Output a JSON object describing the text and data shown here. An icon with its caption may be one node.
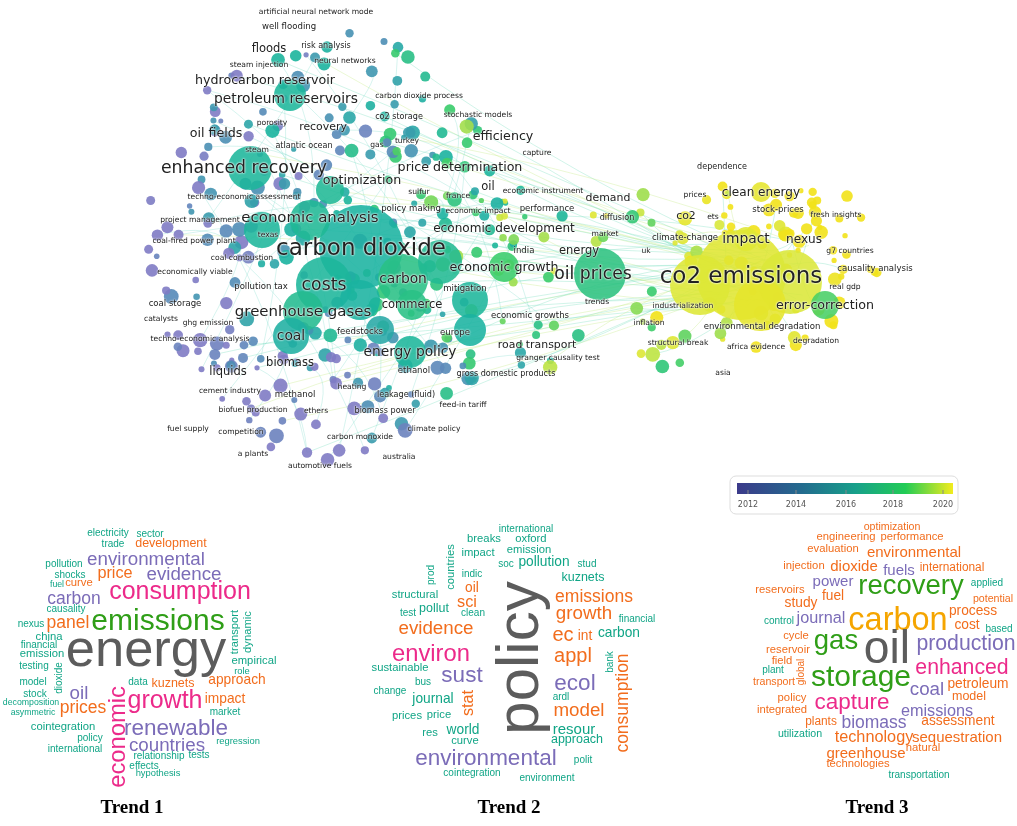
{
  "diagram": {
    "labels": [
      "artificial neural network mode",
      "well flooding",
      "floods",
      "risk analysis",
      "neural networks",
      "steam injection",
      "hydrocarbon reservoir",
      "carbon dioxide process",
      "petroleum reservoirs",
      "stochastic models",
      "co2 storage",
      "oil fields",
      "porosity",
      "recovery",
      "steam",
      "atlantic ocean",
      "gas",
      "turkey",
      "efficiency",
      "capture",
      "dependence",
      "enhanced recovery",
      "price determination",
      "optimization",
      "techno-economic assessment",
      "sulfur",
      "france",
      "oil",
      "economic instrument",
      "demand",
      "prices",
      "clean energy",
      "project management",
      "economic analysis",
      "policy making",
      "economic impact",
      "performance",
      "diffusion",
      "co2",
      "ets",
      "stock-prices",
      "fresh insights",
      "coal-fired power plant",
      "texas",
      "economic development",
      "market",
      "climate-change",
      "impact",
      "nexus",
      "coal combustion",
      "carbon dioxide",
      "india",
      "energy",
      "uk",
      "g7 countries",
      "economically viable",
      "economic growth",
      "oil prices",
      "co2 emissions",
      "causality analysis",
      "pollution tax",
      "costs",
      "carbon",
      "mitigation",
      "real gdp",
      "coal storage",
      "commerce",
      "trends",
      "industrialization",
      "error-correction",
      "catalysts",
      "ghg emission",
      "greenhouse gases",
      "economic growths",
      "inflation",
      "environmental degradation",
      "techno-economic analysis",
      "coal",
      "feedstocks",
      "europe",
      "road transport",
      "structural break",
      "africa evidence",
      "degradation",
      "liquids",
      "biomass",
      "energy policy",
      "ethanol",
      "gross domestic products",
      "granger causality test",
      "asia",
      "cement industry",
      "methanol",
      "heating",
      "leakage (fluid)",
      "biofuel production",
      "ethers",
      "biomass power",
      "feed-in tariff",
      "fuel supply",
      "competition",
      "carbon monoxide",
      "climate policy",
      "a plants",
      "australia",
      "automotive fuels",
      "2012",
      "2014",
      "2016",
      "2018",
      "2020",
      "electricity",
      "sector",
      "trade",
      "development",
      "environmental",
      "pollution",
      "price",
      "evidence",
      "shocks",
      "fuel",
      "curve",
      "consumption",
      "carbon",
      "causality",
      "nexus",
      "panel",
      "emissions",
      "transport",
      "dynamic",
      "china",
      "energy",
      "financial",
      "emission",
      "testing",
      "empirical",
      "dioxide",
      "role",
      "model",
      "data",
      "kuznets",
      "approach",
      "oil",
      "economic",
      "stock",
      "growth",
      "impact",
      "decomposition",
      "asymmetric",
      "prices",
      "market",
      "cointegration",
      "renewable",
      "policy",
      "regression",
      "international",
      "countries",
      "relationship",
      "tests",
      "effects",
      "hypothesis",
      "international",
      "breaks",
      "oxford",
      "countries",
      "impact",
      "emission",
      "soc",
      "pollution",
      "stud",
      "prod",
      "indic",
      "kuznets",
      "policy",
      "structural",
      "oil",
      "emissions",
      "sci",
      "test",
      "pollut",
      "clean",
      "growth",
      "financial",
      "evidence",
      "ec",
      "int",
      "carbon",
      "environ",
      "appl",
      "bank",
      "consumption",
      "sustainable",
      "sust",
      "ecol",
      "bus",
      "change",
      "journal",
      "stat",
      "ardl",
      "model",
      "prices",
      "price",
      "res",
      "world",
      "resour",
      "curve",
      "approach",
      "environmental",
      "polit",
      "cointegration",
      "environment",
      "optimization",
      "engineering",
      "performance",
      "evaluation",
      "environmental",
      "injection",
      "dioxide",
      "fuels",
      "international",
      "power",
      "recovery",
      "applied",
      "reservoirs",
      "potential",
      "study",
      "fuel",
      "process",
      "journal",
      "carbon",
      "control",
      "cost",
      "based",
      "cycle",
      "gas",
      "oil",
      "production",
      "reservoir",
      "field",
      "global",
      "plant",
      "storage",
      "enhanced",
      "transport",
      "coal",
      "petroleum",
      "policy",
      "model",
      "capture",
      "integrated",
      "emissions",
      "plants",
      "biomass",
      "assessment",
      "utilization",
      "technology",
      "sequestration",
      "greenhouse",
      "natural",
      "technologies",
      "transportation",
      "Trend 1",
      "Trend 2",
      "Trend 3"
    ]
  }
}
